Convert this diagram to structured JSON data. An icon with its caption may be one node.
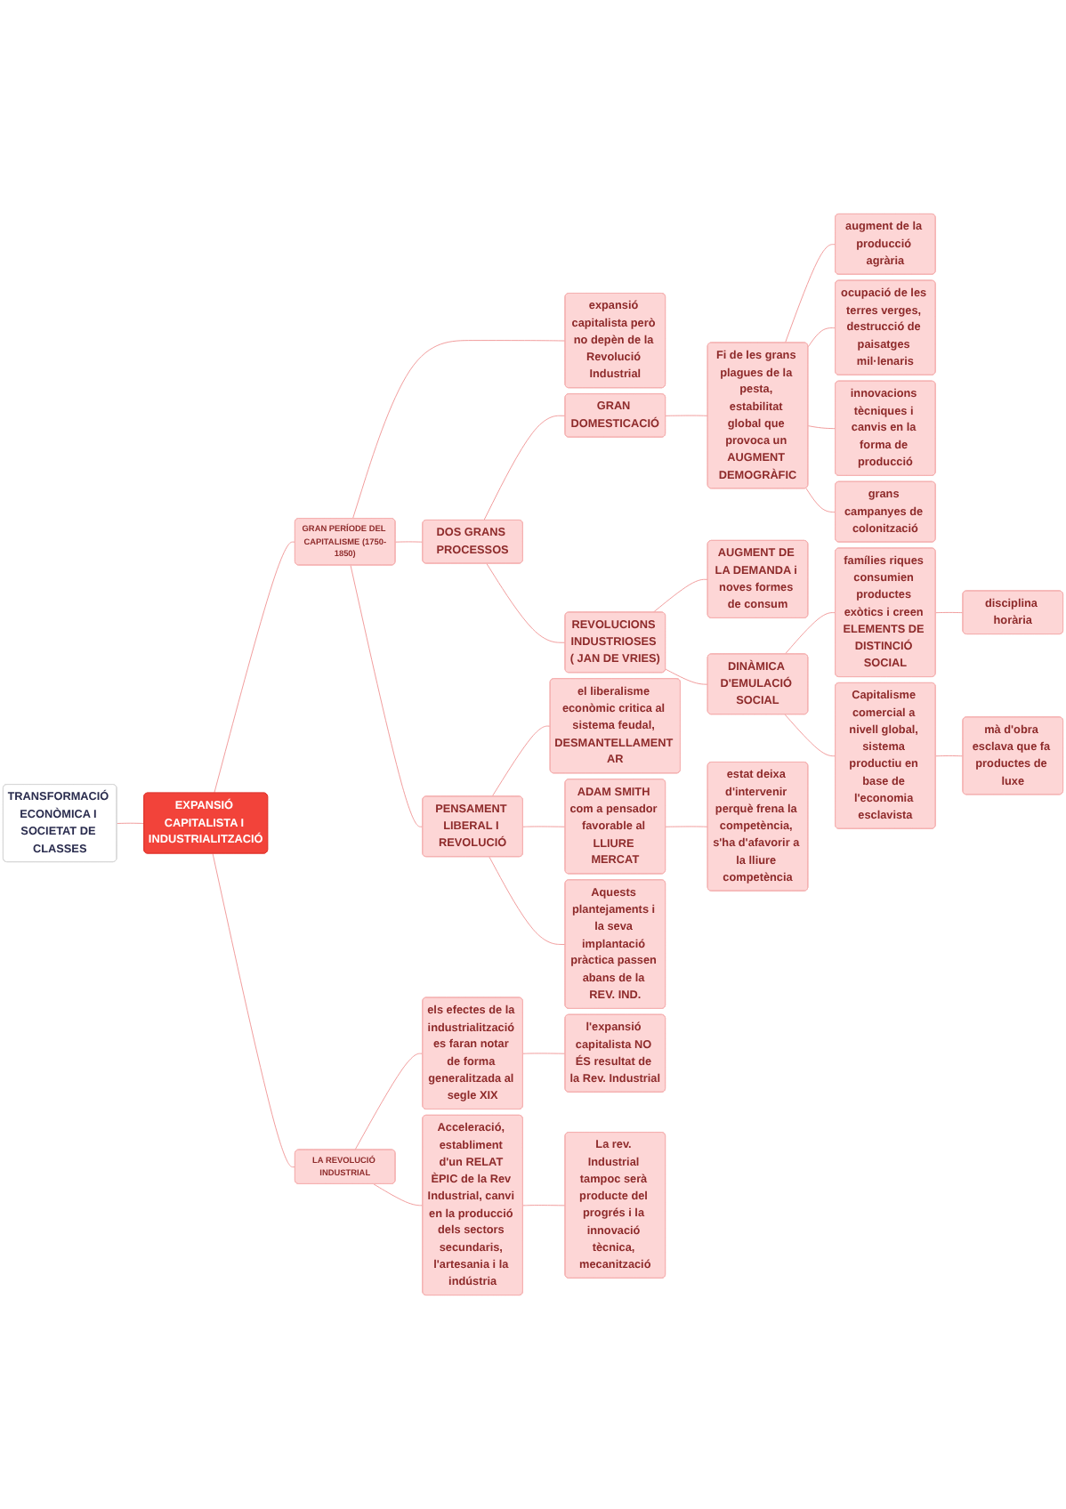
{
  "diagram": {
    "nodes": [
      {
        "text": [
          "TRANSFORMACIÓ ECONÒMICA I SOCIETAT DE CLASSES"
        ]
      },
      {
        "text": [
          "EXPANSIÓ CAPITALISTA I INDUSTRIALITZACIÓ"
        ]
      },
      {
        "text": [
          "GRAN PERÍODE DEL CAPITALISME (1750-1850)"
        ]
      },
      {
        "text": [
          "expansió capitalista però no depèn de la Revolució Industrial"
        ]
      },
      {
        "text": [
          "DOS GRANS PROCESSOS"
        ]
      },
      {
        "text": [
          "GRAN DOMESTICACIÓ"
        ]
      },
      {
        "text": [
          "Fi de les grans plagues de la pesta, estabilitat global que provoca un AUGMENT DEMOGRÀFIC"
        ]
      },
      {
        "text": [
          "augment de la producció agrària"
        ]
      },
      {
        "text": [
          "ocupació de les terres verges, destrucció de paisatges mil·lenaris"
        ]
      },
      {
        "text": [
          "innovacions tècniques i canvis en la forma de producció"
        ]
      },
      {
        "text": [
          "grans campanyes de colonització"
        ]
      },
      {
        "text": [
          "REVOLUCIONS INDUSTRIOSES ( JAN DE VRIES)"
        ]
      },
      {
        "text": [
          "AUGMENT DE LA DEMANDA i noves formes de consum"
        ]
      },
      {
        "text": [
          "DINÀMICA D'EMULACIÓ SOCIAL"
        ]
      },
      {
        "text": [
          "famílies riques consumien productes exòtics i creen ELEMENTS DE DISTINCIÓ SOCIAL"
        ]
      },
      {
        "text": [
          "disciplina horària"
        ]
      },
      {
        "text": [
          "Capitalisme comercial a nivell global, sistema productiu en base de l'economia esclavista"
        ]
      },
      {
        "text": [
          "mà d'obra esclava que fa productes de luxe"
        ]
      },
      {
        "text": [
          "PENSAMENT LIBERAL I REVOLUCIÓ"
        ]
      },
      {
        "text": [
          "el liberalisme econòmic critica al sistema feudal, DESMANTELLAMENT AR"
        ]
      },
      {
        "text": [
          "ADAM SMITH com a pensador favorable al LLIURE MERCAT"
        ]
      },
      {
        "text": [
          "estat deixa d'intervenir perquè frena la competència, s'ha d'afavorir a la lliure competència"
        ]
      },
      {
        "text": [
          "Aquests plantejaments i la seva implantació pràctica passen abans de la REV. IND."
        ]
      },
      {
        "text": [
          "LA REVOLUCIÓ INDUSTRIAL"
        ]
      },
      {
        "text": [
          "els efectes de la industrialització es faran notar de forma generalitzada al segle XIX"
        ]
      },
      {
        "text": [
          "l'expansió capitalista NO ÉS resultat de la Rev. Industrial"
        ]
      },
      {
        "text": [
          "Acceleració, establiment d'un RELAT ÈPIC de la Rev Industrial, canvi en la producció dels sectors secundaris, l'artesania i la indústria"
        ]
      },
      {
        "text": [
          "La rev. Industrial tampoc serà producte del progrés i la innovació tècnica, mecanització"
        ]
      }
    ],
    "edges": [
      {
        "from": 0,
        "to": 1,
        "arrow": "none"
      },
      {
        "from": 1,
        "to": 2,
        "arrow": "none"
      },
      {
        "from": 2,
        "to": 3,
        "arrow": "none"
      },
      {
        "from": 2,
        "to": 4,
        "arrow": "none"
      },
      {
        "from": 4,
        "to": 5,
        "arrow": "none"
      },
      {
        "from": 5,
        "to": 6,
        "arrow": "none"
      },
      {
        "from": 6,
        "to": 7,
        "arrow": "none"
      },
      {
        "from": 6,
        "to": 8,
        "arrow": "none"
      },
      {
        "from": 6,
        "to": 9,
        "arrow": "none"
      },
      {
        "from": 6,
        "to": 10,
        "arrow": "none"
      },
      {
        "from": 4,
        "to": 11,
        "arrow": "none"
      },
      {
        "from": 11,
        "to": 12,
        "arrow": "none"
      },
      {
        "from": 11,
        "to": 13,
        "arrow": "none"
      },
      {
        "from": 13,
        "to": 14,
        "arrow": "none"
      },
      {
        "from": 14,
        "to": 15,
        "arrow": "none"
      },
      {
        "from": 13,
        "to": 16,
        "arrow": "none"
      },
      {
        "from": 16,
        "to": 17,
        "arrow": "none"
      },
      {
        "from": 2,
        "to": 18,
        "arrow": "none"
      },
      {
        "from": 18,
        "to": 19,
        "arrow": "none"
      },
      {
        "from": 18,
        "to": 20,
        "arrow": "none"
      },
      {
        "from": 20,
        "to": 21,
        "arrow": "none"
      },
      {
        "from": 18,
        "to": 22,
        "arrow": "none"
      },
      {
        "from": 1,
        "to": 23,
        "arrow": "none"
      },
      {
        "from": 23,
        "to": 24,
        "arrow": "none"
      },
      {
        "from": 24,
        "to": 25,
        "arrow": "none"
      },
      {
        "from": 23,
        "to": 26,
        "arrow": "none"
      },
      {
        "from": 26,
        "to": 27,
        "arrow": "none"
      }
    ]
  }
}
